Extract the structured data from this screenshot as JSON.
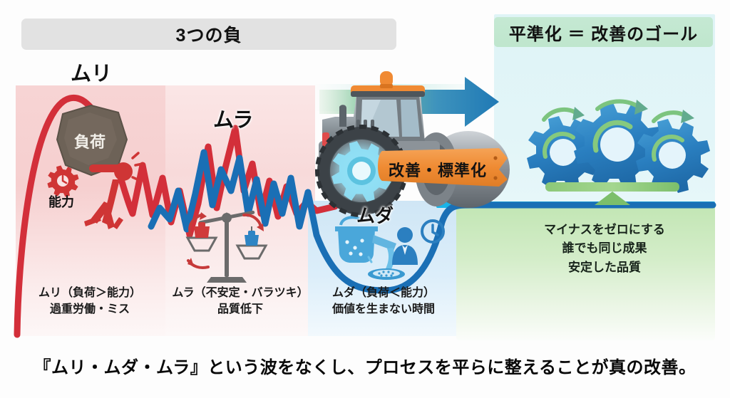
{
  "headers": {
    "left_bar": "3つの負",
    "right_bar": "平準化 ＝ 改善のゴール"
  },
  "wave_labels": {
    "muri": "ムリ",
    "mura": "ムラ",
    "muda": "ムダ"
  },
  "inline_labels": {
    "rock": "負荷",
    "capability": "能力",
    "roller_banner": "改善・標準化"
  },
  "captions": [
    {
      "line1": "ムリ（負荷＞能力）",
      "line2": "過重労働・ミス"
    },
    {
      "line1": "ムラ（不安定・バラツキ）",
      "line2": "品質低下"
    },
    {
      "line1": "ムダ（負荷＜能力）",
      "line2": "価値を生まない時間"
    }
  ],
  "goal_points": [
    "マイナスをゼロにする",
    "誰でも同じ成果",
    "安定した品質"
  ],
  "footer": "『ムリ・ムダ・ムラ』という波をなくし、プロセスを平らに整えることが真の改善。",
  "colors": {
    "red_wave": "#d32f3a",
    "blue_wave": "#1a6fb5",
    "cyan_line": "#19b4e8",
    "orange_accent": "#f08a33",
    "green_goal": "#bfe6cd",
    "grey_bar": "#e2e2e2",
    "gear_glow": "#9fe3f5"
  },
  "icons": {
    "rock": "rock-icon",
    "person_lifting": "person-lifting-icon",
    "gear_capability": "gear-icon",
    "balance_scale": "unbalanced-scale-icon",
    "watering_can": "watering-can-icon",
    "drain": "drain-icon",
    "office_person": "person-icon",
    "clock": "clock-icon",
    "road_roller": "road-roller-icon",
    "progress_arrow": "right-arrow-icon",
    "gears_balanced": "three-gears-icon",
    "fulcrum": "fulcrum-icon"
  }
}
